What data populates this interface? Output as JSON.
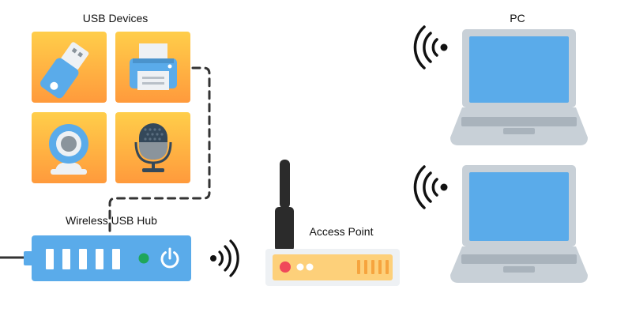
{
  "labels": {
    "usb_devices": "USB Devices",
    "wireless_usb_hub": "Wireless USB Hub",
    "access_point": "Access Point",
    "pc": "PC"
  },
  "usb_devices": [
    {
      "icon": "usb-flash-drive-icon"
    },
    {
      "icon": "printer-icon"
    },
    {
      "icon": "webcam-icon"
    },
    {
      "icon": "microphone-icon"
    }
  ],
  "hub": {
    "ports": 5,
    "led_color": "#1fa65a",
    "icon": "power-icon"
  },
  "access_point": {
    "leds": [
      "#f0485a",
      "#ffffff",
      "#ffffff"
    ],
    "vents": 5
  },
  "pcs": [
    {
      "icon": "laptop-icon"
    },
    {
      "icon": "laptop-icon"
    }
  ],
  "colors": {
    "tile_top": "#ffce4a",
    "tile_bottom": "#ff9a3c",
    "hub_blue": "#5aabea",
    "screen_blue": "#5aabea",
    "laptop_gray": "#c8d0d7",
    "ap_body": "#fdd07a",
    "connector": "#333333"
  }
}
